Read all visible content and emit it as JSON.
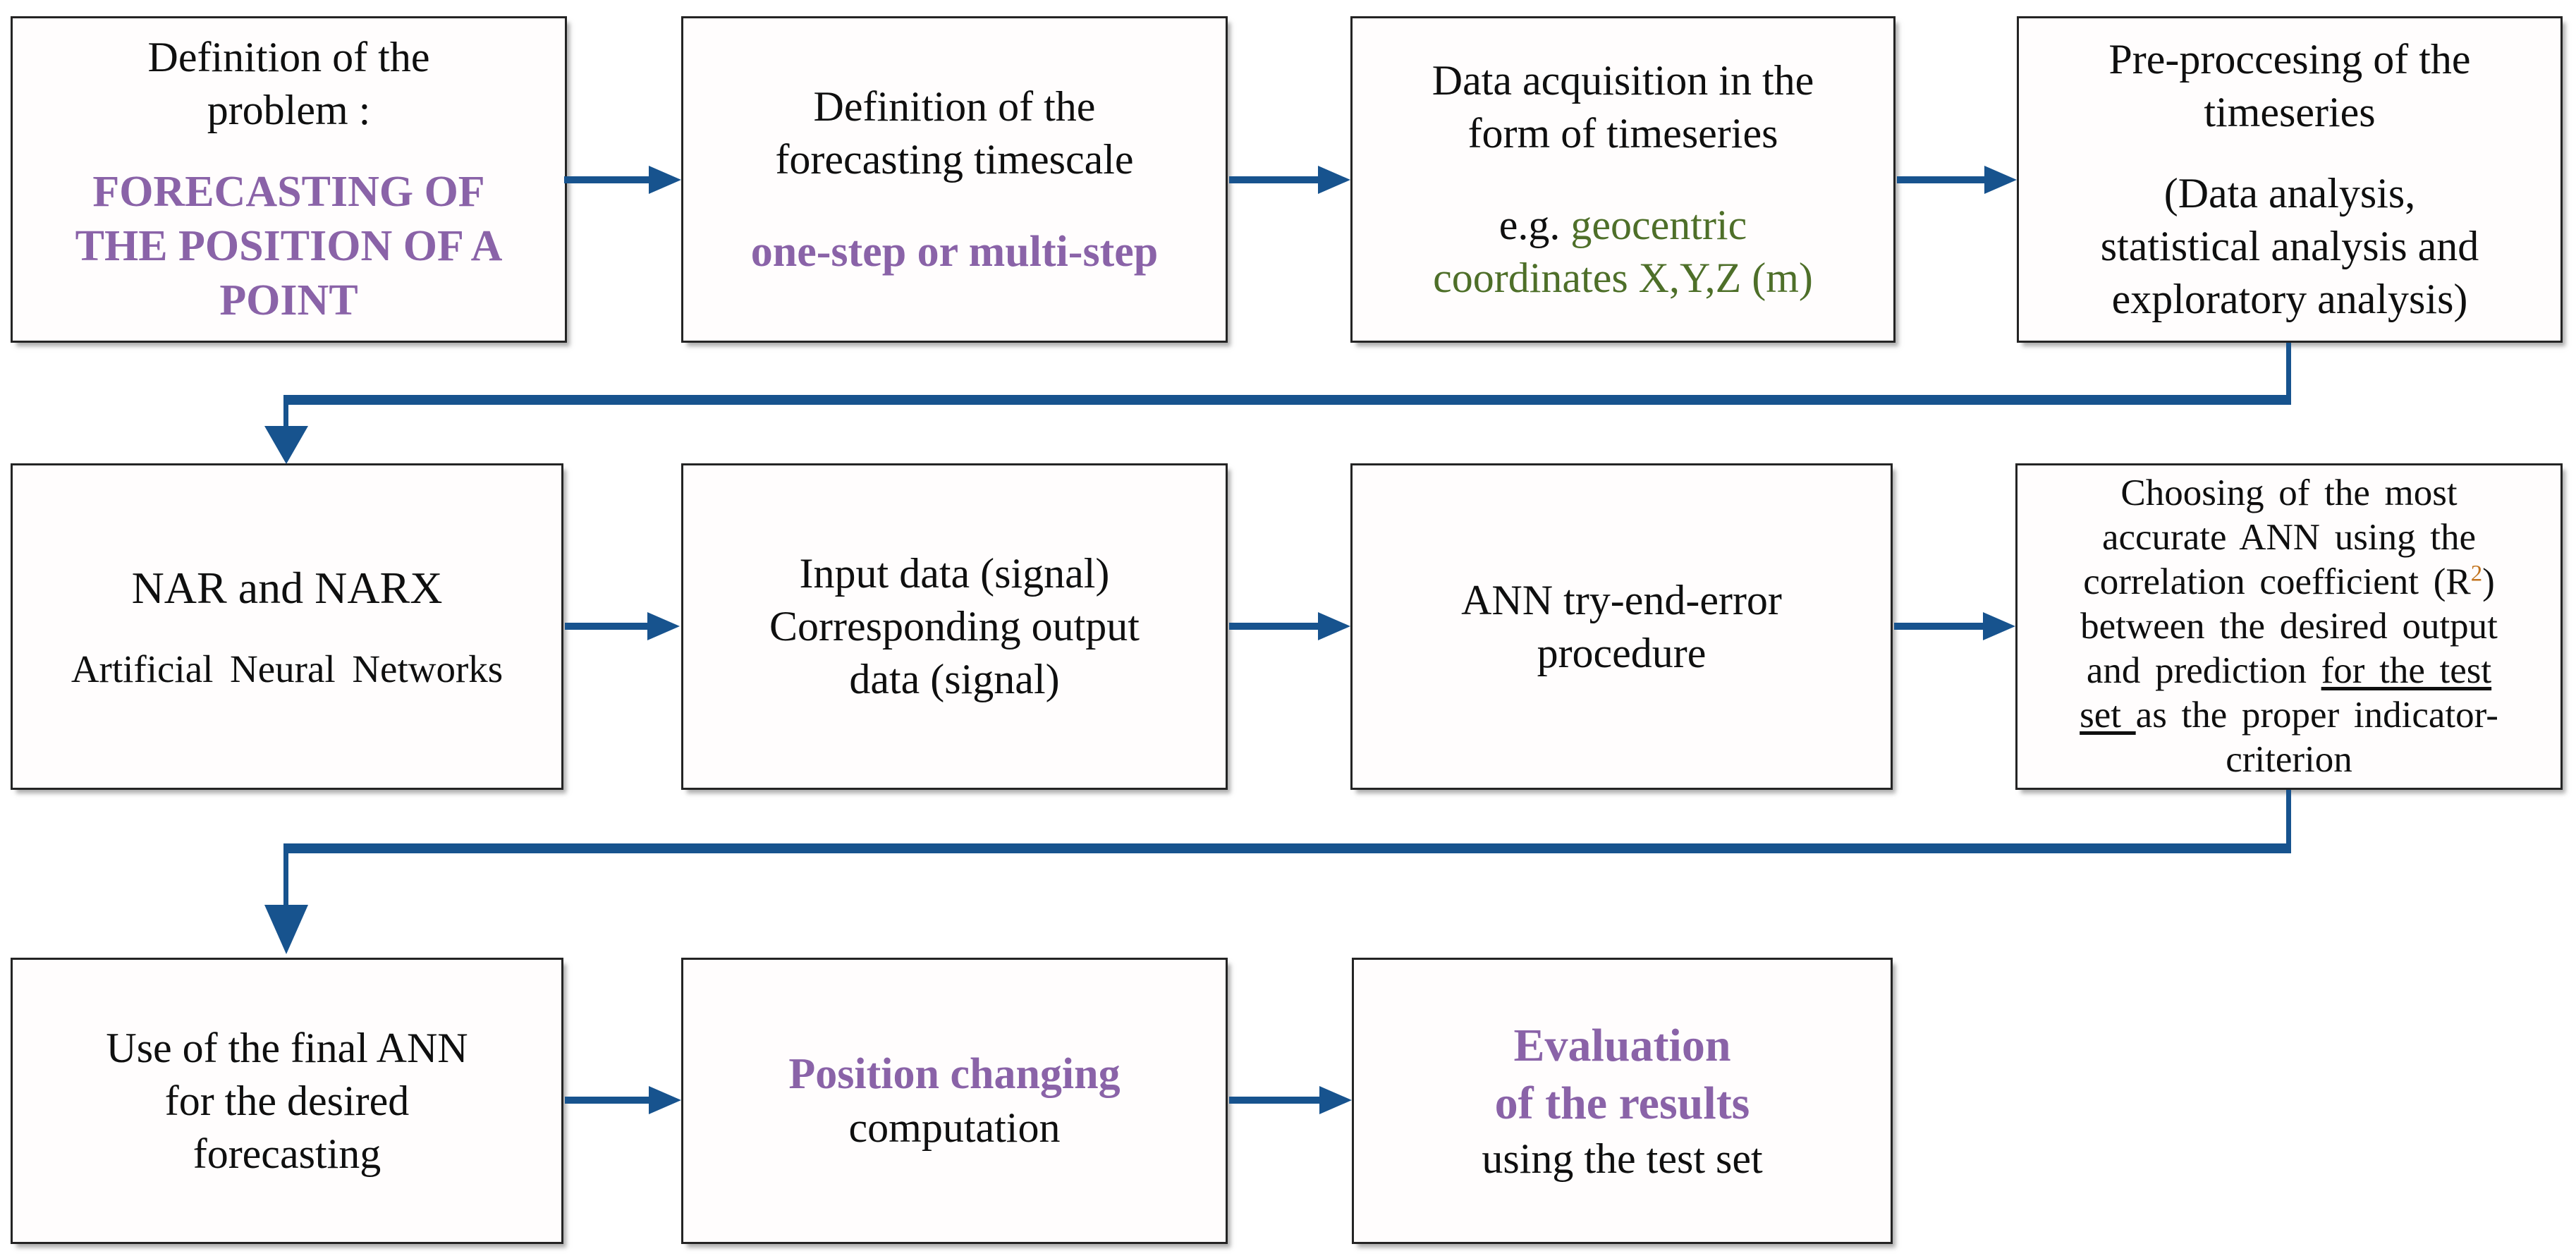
{
  "title": "ANN point-position forecasting workflow flowchart",
  "colors": {
    "arrow_blue": "#17538e",
    "purple": "#8a63a8",
    "green": "#4e6f29",
    "text_black": "#0f0f0f",
    "border": "#242424",
    "sup_orange": "#c2741f"
  },
  "boxes": {
    "b1": {
      "top": [
        "Definition of the",
        "problem :"
      ],
      "accent": [
        "FORECASTING OF",
        "THE POSITION OF A",
        "POINT"
      ]
    },
    "b2": {
      "top": [
        "Definition of the",
        "forecasting timescale"
      ],
      "accent": [
        "one-step or multi-step"
      ]
    },
    "b3": {
      "top": [
        "Data acquisition in the",
        "form of timeseries"
      ],
      "eg_prefix": "e.g. ",
      "green1": "geocentric",
      "green2": "coordinates X,Y,Z (m)"
    },
    "b4": {
      "top": [
        "Pre-proccesing of the",
        "timeseries"
      ],
      "sub": [
        "(Data analysis,",
        "statistical analysis and",
        "exploratory analysis)"
      ]
    },
    "b5": {
      "title": "NAR and NARX",
      "subtitle": "Artificial Neural Networks"
    },
    "b6": {
      "lines": [
        "Input data (signal)",
        "Corresponding output",
        "data (signal)"
      ]
    },
    "b7": {
      "lines": [
        "ANN try-end-error",
        "procedure"
      ]
    },
    "b8": {
      "l1": "Choosing of the most",
      "l2": "accurate ANN using the",
      "l3_pre": "correlation coefficient (R",
      "l3_sup": "2",
      "l3_post": ")",
      "l4": "between the desired output",
      "l5_pre": "and prediction ",
      "l5_underline": "for the test",
      "l6_underline": "set ",
      "l6_post": "as the proper indicator-",
      "l7": "criterion"
    },
    "b9": {
      "lines": [
        "Use of the final ANN",
        "for the desired",
        "forecasting"
      ]
    },
    "b10": {
      "accent": "Position changing",
      "black": "computation"
    },
    "b11": {
      "accent": [
        "Evaluation",
        "of the results"
      ],
      "black": "using the test set"
    }
  }
}
